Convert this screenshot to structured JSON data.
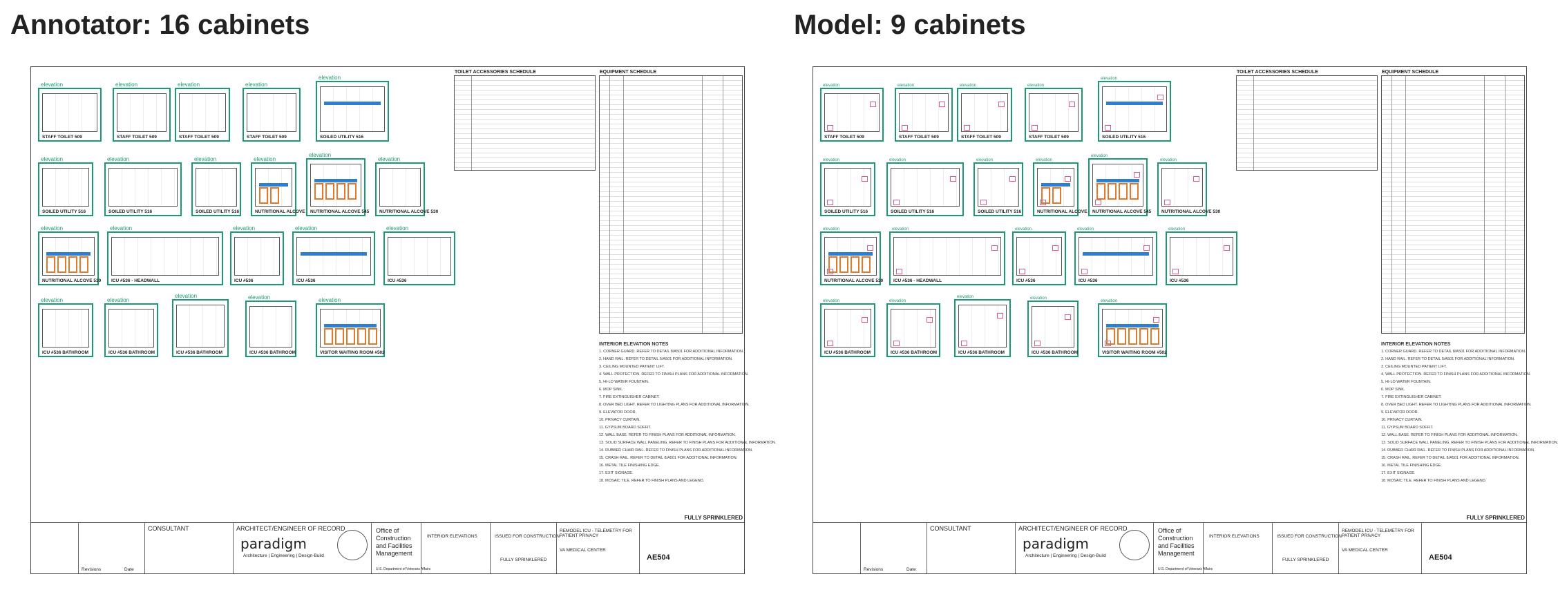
{
  "left_panel": {
    "title": "Annotator: 16 cabinets",
    "elevation_tag": "elevation",
    "cabinets": [
      {
        "label": "STAFF TOILET 509"
      },
      {
        "label": "STAFF TOILET 509"
      },
      {
        "label": "STAFF TOILET 509"
      },
      {
        "label": "STAFF TOILET 509"
      },
      {
        "label": "SOILED UTILITY 516"
      },
      {
        "label": "SOILED UTILITY 516"
      },
      {
        "label": "SOILED UTILITY 516"
      },
      {
        "label": "SOILED UTILITY 516"
      },
      {
        "label": "NUTRITIONAL ALCOVE 545"
      },
      {
        "label": "NUTRITIONAL ALCOVE 545"
      },
      {
        "label": "NUTRITIONAL ALCOVE 530"
      },
      {
        "label": "NUTRITIONAL ALCOVE 530"
      },
      {
        "label": "ICU #536 - HEADWALL"
      },
      {
        "label": "ICU #536"
      },
      {
        "label": "ICU #536"
      },
      {
        "label": "ICU #536"
      },
      {
        "label": "ICU #536 BATHROOM"
      },
      {
        "label": "ICU #536 BATHROOM"
      },
      {
        "label": "ICU #536 BATHROOM"
      },
      {
        "label": "ICU #536 BATHROOM"
      },
      {
        "label": "VISITOR WAITING ROOM #502"
      }
    ]
  },
  "right_panel": {
    "title": "Model: 9 cabinets",
    "elevation_tag": "elevation",
    "cabinets": [
      {
        "label": "STAFF TOILET 509"
      },
      {
        "label": "STAFF TOILET 509"
      },
      {
        "label": "STAFF TOILET 509"
      },
      {
        "label": "STAFF TOILET 509"
      },
      {
        "label": "SOILED UTILITY 516"
      },
      {
        "label": "SOILED UTILITY 516"
      },
      {
        "label": "SOILED UTILITY 516"
      },
      {
        "label": "SOILED UTILITY 516"
      },
      {
        "label": "NUTRITIONAL ALCOVE 545"
      },
      {
        "label": "NUTRITIONAL ALCOVE 545"
      },
      {
        "label": "NUTRITIONAL ALCOVE 530"
      },
      {
        "label": "NUTRITIONAL ALCOVE 530"
      },
      {
        "label": "ICU #536 - HEADWALL"
      },
      {
        "label": "ICU #536"
      },
      {
        "label": "ICU #536"
      },
      {
        "label": "ICU #536"
      },
      {
        "label": "ICU #536 BATHROOM"
      },
      {
        "label": "ICU #536 BATHROOM"
      },
      {
        "label": "ICU #536 BATHROOM"
      },
      {
        "label": "ICU #536 BATHROOM"
      },
      {
        "label": "VISITOR WAITING ROOM #502"
      }
    ]
  },
  "sheet": {
    "toilet_schedule_title": "TOILET ACCESSORIES SCHEDULE",
    "equipment_schedule_title": "EQUIPMENT SCHEDULE",
    "notes_title": "INTERIOR ELEVATION NOTES",
    "notes": [
      "1. CORNER GUARD. REFER TO DETAIL 8/A501 FOR ADDITIONAL INFORMATION.",
      "2. HAND RAIL. REFER TO DETAIL 5/A501 FOR ADDITIONAL INFORMATION.",
      "3. CEILING MOUNTED PATIENT LIFT.",
      "4. WALL PROTECTION. REFER TO FINISH PLANS FOR ADDITIONAL INFORMATION.",
      "5. HI-LO WATER FOUNTAIN.",
      "6. MOP SINK.",
      "7. FIRE EXTINGUISHER CABINET.",
      "8. OVER BED LIGHT. REFER TO LIGHTING PLANS FOR ADDITIONAL INFORMATION.",
      "9. ELEVATOR DOOR.",
      "10. PRIVACY CURTAIN.",
      "11. GYPSUM BOARD SOFFIT.",
      "12. WALL BASE. REFER TO FINISH PLANS FOR ADDITIONAL INFORMATION.",
      "13. SOLID SURFACE WALL PANELING. REFER TO FINISH PLANS FOR ADDITIONAL INFORMATION.",
      "14. RUBBER CHAIR RAIL. REFER TO FINISH PLANS FOR ADDITIONAL INFORMATION.",
      "15. CRASH RAIL. REFER TO DETAIL 8/A501 FOR ADDITIONAL INFORMATION.",
      "16. METAL TILE FINISHING EDGE.",
      "17. EXIT SIGNAGE.",
      "18. MOSAIC TILE. REFER TO FINISH PLANS AND LEGEND."
    ],
    "fully_sprinklered": "FULLY SPRINKLERED",
    "consultant": "CONSULTANT",
    "architect": "ARCHITECT/ENGINEER OF RECORD",
    "firm": "paradigm",
    "firm_sub": "Architecture | Engineering | Design-Build",
    "office": [
      "Office of",
      "Construction",
      "and Facilities",
      "Management"
    ],
    "va_dept": "U.S. Department of Veterans Affairs",
    "drawing_title": "INTERIOR ELEVATIONS",
    "phase": "ISSUED FOR CONSTRUCTION",
    "fully_sprinklered_box": "FULLY SPRINKLERED",
    "project_title": "REMODEL ICU - TELEMETRY FOR PATIENT PRIVACY",
    "location": "VA MEDICAL CENTER",
    "sheet_number": "AE504",
    "revisions": "Revisions",
    "date": "Date"
  },
  "colors": {
    "annotation_green": "#1a9a6e",
    "cabinet_orange": "#e07a2a",
    "countertop_blue": "#2f7fd1",
    "model_pink": "#e05a8a"
  }
}
